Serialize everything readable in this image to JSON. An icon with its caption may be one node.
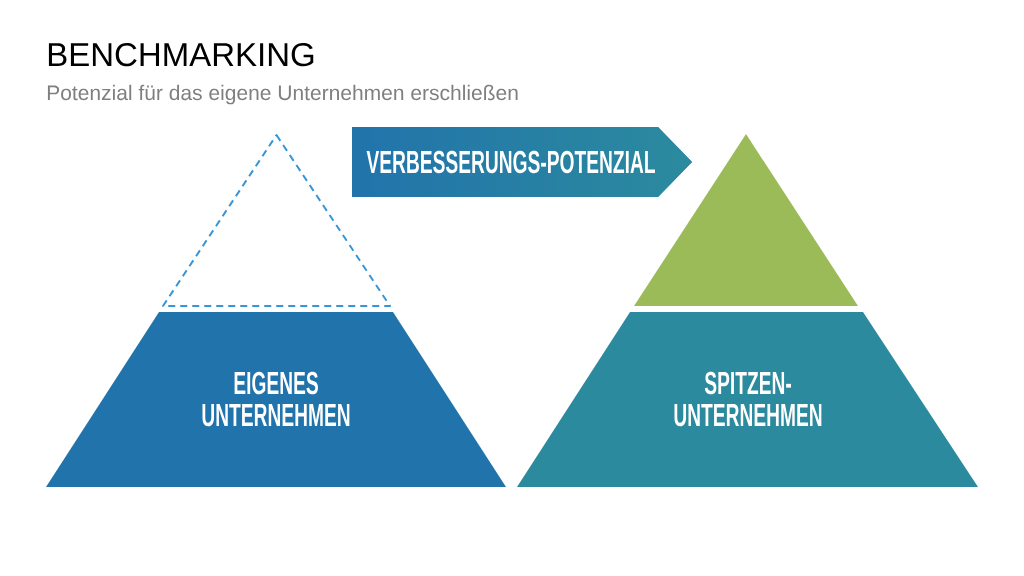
{
  "diagram": {
    "title": "BENCHMARKING",
    "nodes": [
      {
        "text": [],
        "shape": "triangle"
      },
      {
        "text": [
          "EIGENES UNTERNEHMEN"
        ]
      },
      {
        "text": [
          "VERBESSERUNGS-POTENZIAL"
        ]
      },
      {
        "text": [],
        "shape": "triangle"
      },
      {
        "text": [
          "SPITZEN- UNTERNEHMEN"
        ]
      }
    ],
    "labels": [
      "Potenzial für das eigene Unternehmen erschließen"
    ]
  }
}
